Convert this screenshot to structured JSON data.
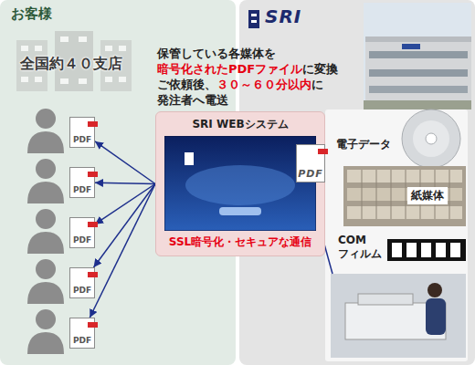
{
  "diagram": {
    "nodes": [
      {
        "text": [
          "お客様"
        ]
      },
      {
        "text": [
          "PDF"
        ],
        "in": 0
      },
      {
        "text": [
          "PDF"
        ],
        "in": 0
      },
      {
        "text": [
          "PDF"
        ],
        "in": 0
      },
      {
        "text": [
          "PDF"
        ],
        "in": 0
      },
      {
        "text": [
          "PDF"
        ],
        "in": 0
      },
      {
        "text": [
          "SRI WEBシステム",
          "SSL暗号化・セキュアな通信"
        ]
      },
      {
        "text": [
          "SRI"
        ]
      },
      {
        "text": [
          "PDF"
        ],
        "in": 7
      }
    ],
    "edges": [
      {
        "from": 6,
        "to": 1,
        "arrow": "to"
      },
      {
        "from": 6,
        "to": 2,
        "arrow": "to"
      },
      {
        "from": 6,
        "to": 3,
        "arrow": "to"
      },
      {
        "from": 6,
        "to": 4,
        "arrow": "to"
      },
      {
        "from": 6,
        "to": 5,
        "arrow": "to"
      }
    ],
    "labels": [
      "全国約４０支店",
      "保管している各媒体を",
      "暗号化されたPDFファイル",
      "に変換",
      "ご依頼後、",
      "３０～６０分以内",
      "に",
      "発注者へ電送",
      "電子データ",
      "紙媒体",
      "COM フィルム"
    ]
  }
}
